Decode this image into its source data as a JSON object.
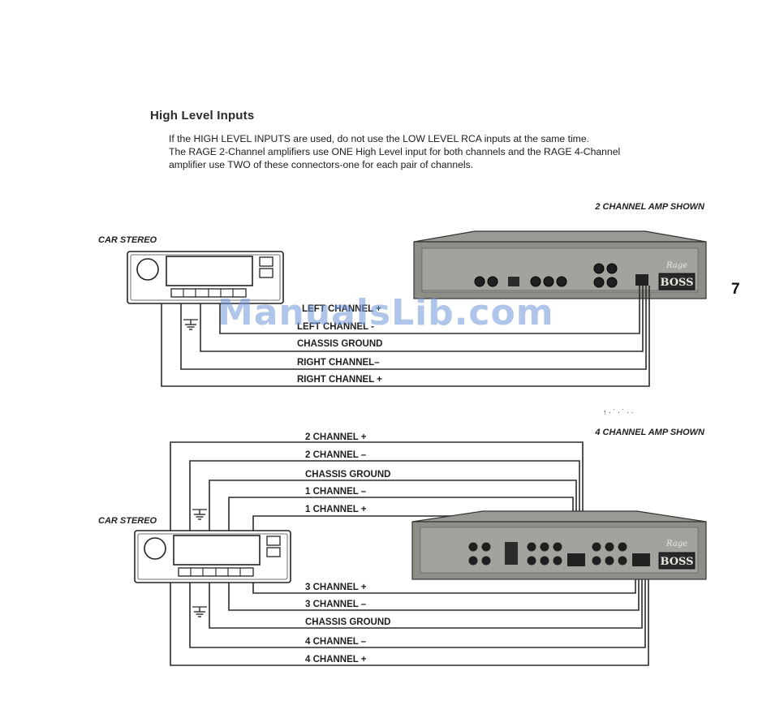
{
  "page": {
    "title": "High Level Inputs",
    "intro": [
      "If the HIGH LEVEL INPUTS are used, do not use the LOW LEVEL  RCA  inputs at the same time.",
      "The RAGE 2-Channel amplifiers use ONE High Level input for both channels and the RAGE 4-Channel",
      "amplifier use TWO of these connectors-one for each pair of channels."
    ],
    "page_number": "7",
    "watermark": "ManualsLib.com"
  },
  "diagram_2ch": {
    "caption": "2 CHANNEL AMP SHOWN",
    "stereo_label": "CAR STEREO",
    "amp_brand": "BOSS",
    "amp_logo": "Rage",
    "wires": [
      "LEFT CHANNEL +",
      "LEFT CHANNEL -",
      "CHASSIS GROUND",
      "RIGHT CHANNEL–",
      "RIGHT CHANNEL +"
    ]
  },
  "diagram_4ch": {
    "caption": "4 CHANNEL AMP SHOWN",
    "stereo_label": "CAR STEREO",
    "amp_brand": "BOSS",
    "amp_logo": "Rage",
    "wires_top": [
      "2 CHANNEL +",
      "2 CHANNEL –",
      "CHASSIS GROUND",
      "1 CHANNEL –",
      "1 CHANNEL +"
    ],
    "wires_bottom": [
      "3 CHANNEL +",
      "3 CHANNEL –",
      "CHASSIS GROUND",
      "4 CHANNEL –",
      "4 CHANNEL +"
    ]
  }
}
